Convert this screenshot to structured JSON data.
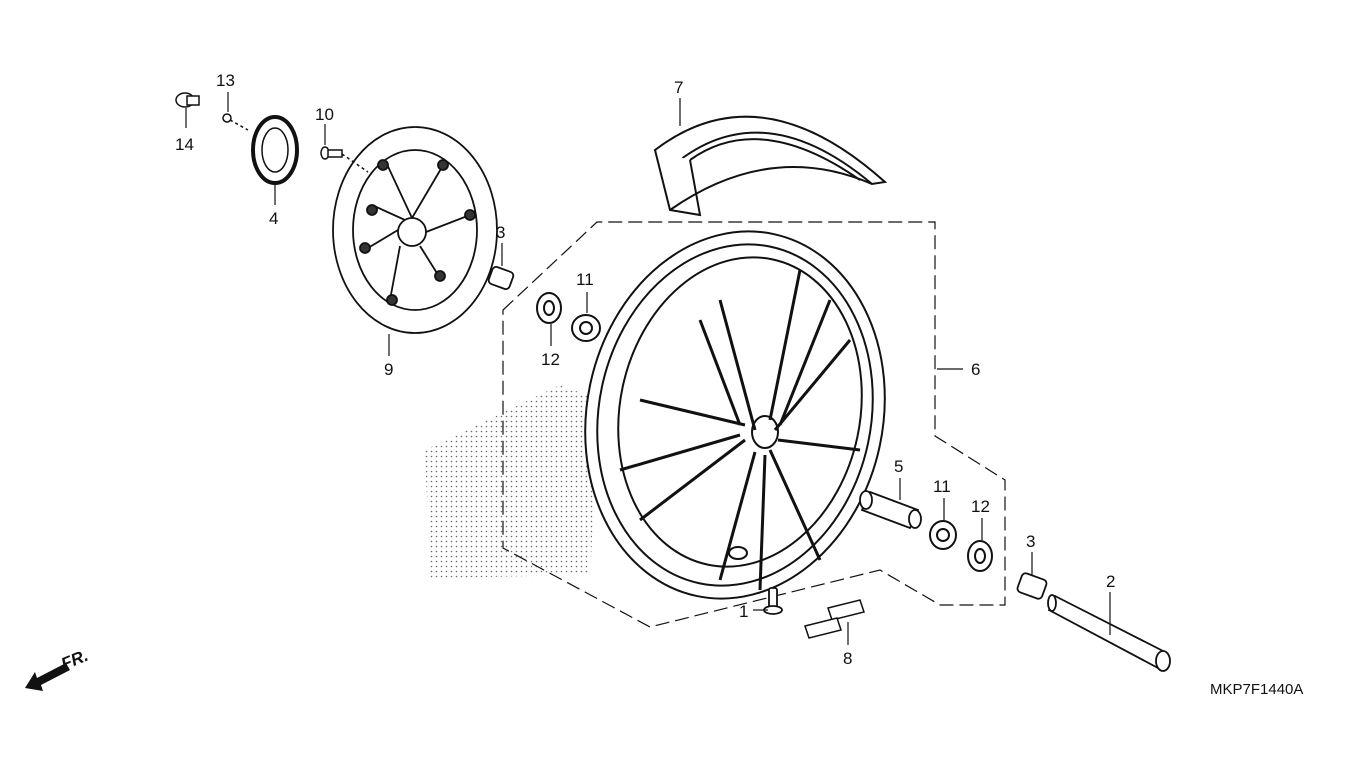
{
  "diagram": {
    "parts": [
      {
        "number": "1",
        "icon": "valve-stem-icon"
      },
      {
        "number": "2",
        "icon": "axle-icon"
      },
      {
        "number": "3",
        "icon": "side-collar-icon"
      },
      {
        "number": "3",
        "icon": "side-collar-icon"
      },
      {
        "number": "4",
        "icon": "pulser-ring-icon"
      },
      {
        "number": "5",
        "icon": "distance-collar-icon"
      },
      {
        "number": "6",
        "icon": "wheel-icon"
      },
      {
        "number": "7",
        "icon": "tire-icon"
      },
      {
        "number": "8",
        "icon": "balance-weight-icon"
      },
      {
        "number": "9",
        "icon": "brake-disc-icon"
      },
      {
        "number": "10",
        "icon": "disc-bolt-icon"
      },
      {
        "number": "11",
        "icon": "bearing-icon"
      },
      {
        "number": "11",
        "icon": "bearing-icon"
      },
      {
        "number": "12",
        "icon": "dust-seal-icon"
      },
      {
        "number": "12",
        "icon": "dust-seal-icon"
      },
      {
        "number": "13",
        "icon": "screw-icon"
      },
      {
        "number": "14",
        "icon": "flange-bolt-icon"
      }
    ],
    "direction_label": "FR.",
    "drawing_code": "MKP7F1440A",
    "ink_color": "#111111"
  }
}
